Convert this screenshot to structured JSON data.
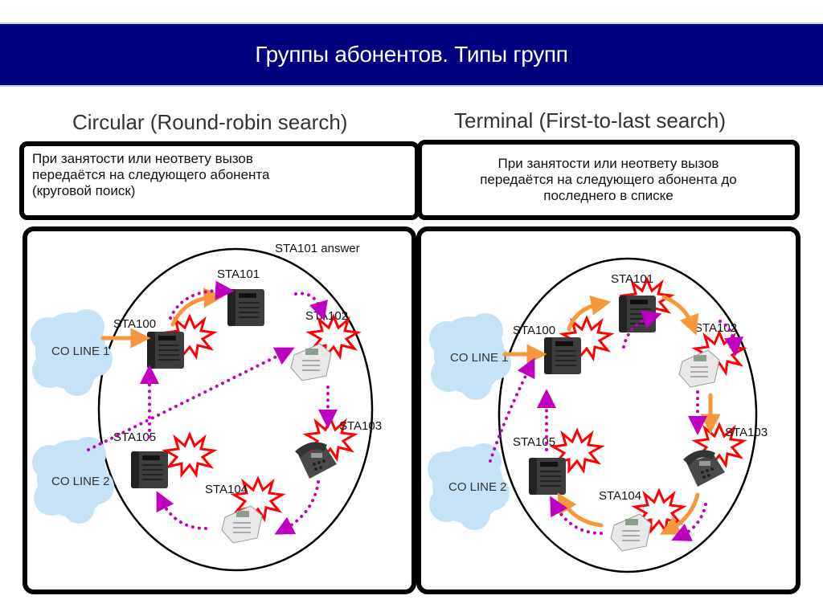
{
  "header": {
    "title": "Группы абонентов. Типы групп"
  },
  "colors": {
    "header_bg": "#000080",
    "orange_arrow": "#f7963a",
    "magenta_dots": "#c000c0",
    "burst": "#ff0000",
    "cloud": "#c5e2f7"
  },
  "circular": {
    "title": "Circular (Round-robin search)",
    "description": [
      "При занятости или неответу вызов",
      "передаётся на следующего абонента",
      "(круговой поиск)"
    ],
    "answer_note": "STA101 answer",
    "lines": [
      "CO LINE 1",
      "CO LINE 2"
    ],
    "stations": [
      "STA100",
      "STA101",
      "STA102",
      "STA103",
      "STA104",
      "STA105"
    ]
  },
  "terminal": {
    "title": "Terminal (First-to-last search)",
    "description": [
      "При занятости или неответу вызов",
      "передаётся на следующего абонента до",
      "последнего в списке"
    ],
    "lines": [
      "CO LINE 1",
      "CO LINE 2"
    ],
    "stations": [
      "STA100",
      "STA101",
      "STA102",
      "STA103",
      "STA104",
      "STA105"
    ]
  }
}
